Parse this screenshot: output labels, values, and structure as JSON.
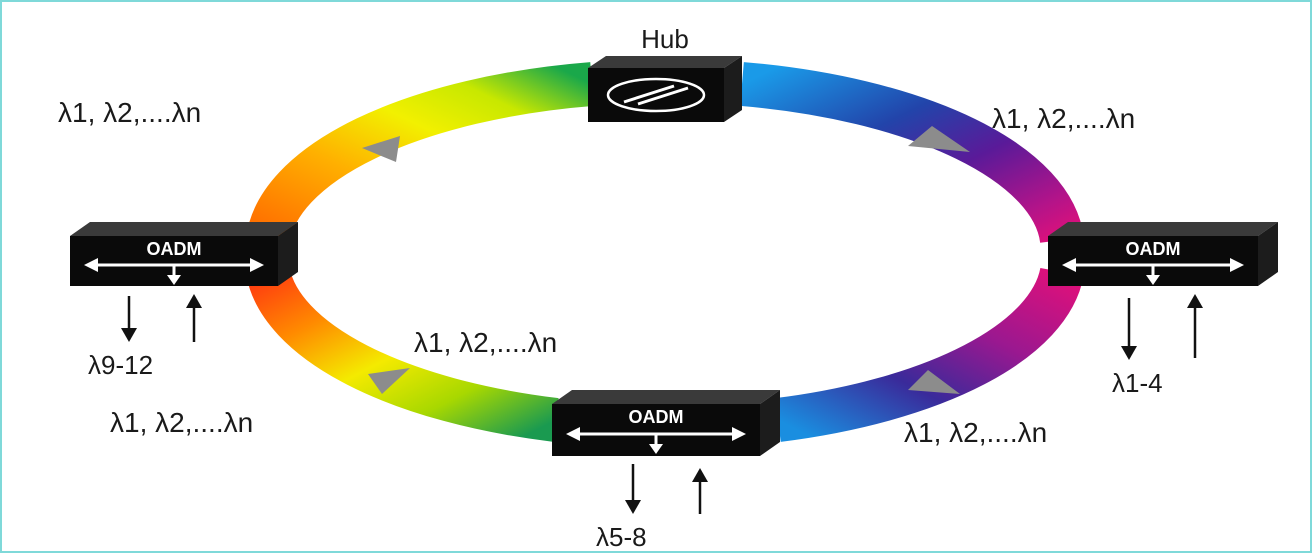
{
  "hub": {
    "title": "Hub"
  },
  "nodes": {
    "left": {
      "label": "OADM",
      "drop_add": "λ9-12"
    },
    "right": {
      "label": "OADM",
      "drop_add": "λ1-4"
    },
    "bottom": {
      "label": "OADM",
      "drop_add": "λ5-8"
    }
  },
  "wavelength_labels": {
    "top_left": "λ1, λ2,....λn",
    "top_right": "λ1, λ2,....λn",
    "inner_bottom": "λ1, λ2,....λn",
    "bottom_left": "λ1, λ2,....λn",
    "bottom_right": "λ1, λ2,....λn"
  },
  "colors": {
    "frame_border": "#7fd9d9",
    "box_fill": "#0a0a0a",
    "arrowhead": "#8c8c8c"
  }
}
